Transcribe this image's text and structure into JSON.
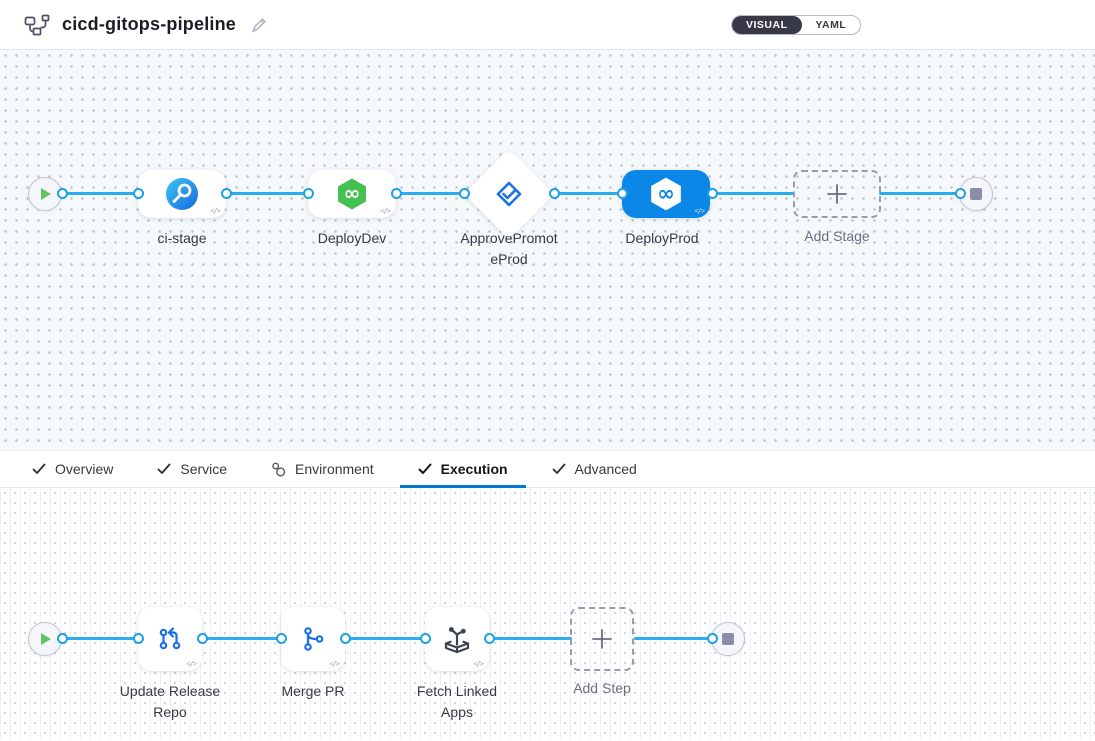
{
  "header": {
    "title": "cicd-gitops-pipeline",
    "view_toggle": {
      "visual_label": "VISUAL",
      "yaml_label": "YAML"
    }
  },
  "stage_pipeline": {
    "stages": [
      {
        "label": "ci-stage",
        "type": "ci-build"
      },
      {
        "label": "DeployDev",
        "type": "cd-deploy"
      },
      {
        "label": "ApprovePromoteProd",
        "type": "approval"
      },
      {
        "label": "DeployProd",
        "type": "cd-deploy",
        "selected": true
      },
      {
        "label": "Add Stage",
        "type": "add-placeholder"
      }
    ],
    "code_badge_glyph": "</>"
  },
  "tabs": [
    {
      "label": "Overview",
      "icon": "check-icon"
    },
    {
      "label": "Service",
      "icon": "check-icon"
    },
    {
      "label": "Environment",
      "icon": "environment-icon"
    },
    {
      "label": "Execution",
      "icon": "check-icon",
      "active": true
    },
    {
      "label": "Advanced",
      "icon": "check-icon"
    }
  ],
  "execution_pipeline": {
    "steps": [
      {
        "label": "Update Release Repo",
        "type": "git-update"
      },
      {
        "label": "Merge PR",
        "type": "git-merge"
      },
      {
        "label": "Fetch Linked Apps",
        "type": "gitops-fetch"
      }
    ],
    "add_step_label": "Add Step",
    "code_badge_glyph": "</>"
  },
  "icons": {
    "header": "pipeline-flowchart-icon",
    "edit": "pencil-icon",
    "start": "play-icon",
    "end": "stop-icon"
  },
  "colors": {
    "connector_line": "#2badee",
    "connector_dot_border": "#1f9fe8",
    "selected_stage_bg": "#0b87e7",
    "active_tab_underline": "#0278d5",
    "cd_icon_green": "#45c151",
    "ci_icon_blue": "#1b8fe8",
    "approval_icon_blue": "#1b72e0",
    "toggle_active_bg": "#383946"
  }
}
